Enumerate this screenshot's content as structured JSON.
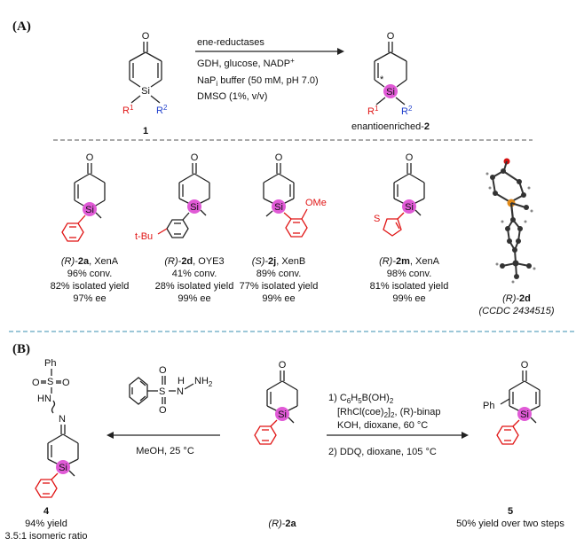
{
  "sectionA": {
    "label": "(A)",
    "reactant": {
      "number": "1",
      "R1": "R",
      "R1_sup": "1",
      "R2": "R",
      "R2_sup": "2",
      "si": "Si",
      "o": "O"
    },
    "conditions": {
      "line1": "ene-reductases",
      "line2": "GDH, glucose, NADP",
      "line2_sup": "+",
      "line3": "NaP",
      "line3_sub": "i",
      "line3_rest": " buffer (50 mM, pH 7.0)",
      "line4": "DMSO (1%, v/v)"
    },
    "product": {
      "prefix": "enantioenriched-",
      "number": "2",
      "R1": "R",
      "R1_sup": "1",
      "R2": "R",
      "R2_sup": "2",
      "si": "Si",
      "star": "*",
      "o": "O"
    },
    "examples": [
      {
        "config": "(R)-",
        "compound": "2a",
        "enzyme": ", XenA",
        "conv": "96% conv.",
        "yield": "82% isolated yield",
        "ee": "97% ee"
      },
      {
        "config": "(R)-",
        "compound": "2d",
        "enzyme": ", OYE3",
        "conv": "41% conv.",
        "yield": "28% isolated yield",
        "ee": "99% ee",
        "substituent": "t-Bu"
      },
      {
        "config": "(S)-",
        "compound": "2j",
        "enzyme": ", XenB",
        "conv": "89% conv.",
        "yield": "77% isolated yield",
        "ee": "99% ee",
        "substituent": "OMe"
      },
      {
        "config": "(R)-",
        "compound": "2m",
        "enzyme": ", XenA",
        "conv": "98% conv.",
        "yield": "81% isolated yield",
        "ee": "99% ee",
        "heteroatom": "S"
      }
    ],
    "crystal": {
      "config": "(R)-",
      "compound": "2d",
      "ccdc": "(CCDC 2434515)"
    }
  },
  "sectionB": {
    "label": "(B)",
    "left_reagent": {
      "ph": "Ph",
      "s": "S",
      "o1": "O",
      "o2": "O",
      "hn": "HN",
      "n": "N",
      "nh": "N",
      "h": "H",
      "nh2": "NH",
      "nh2_sub": "2"
    },
    "left_conditions": "MeOH, 25 °C",
    "product4": {
      "number": "4",
      "yield": "94% yield",
      "ratio": "3.5:1 isomeric ratio"
    },
    "start": {
      "config": "(R)-",
      "compound": "2a"
    },
    "right_conditions": {
      "step1_a": "1) C",
      "step1_b": "H",
      "step1_c": "B(OH)",
      "step1_sub1": "6",
      "step1_sub2": "5",
      "step1_sub3": "2",
      "step1_line2a": "[RhCl(coe)",
      "step1_line2b": "]",
      "step1_line2c": ", (R)-binap",
      "step1_line2_sub1": "2",
      "step1_line2_sub2": "2",
      "step1_line3": "KOH, dioxane, 60 °C",
      "step2": "2) DDQ, dioxane, 105 °C"
    },
    "product5": {
      "number": "5",
      "yield": "50% yield over two steps",
      "ph": "Ph"
    }
  },
  "colors": {
    "si_fill": "#e05ad6",
    "red": "#e01515",
    "blue": "#1f3fcc",
    "divider_a": "#555555",
    "divider_b": "#3a8fb0"
  }
}
